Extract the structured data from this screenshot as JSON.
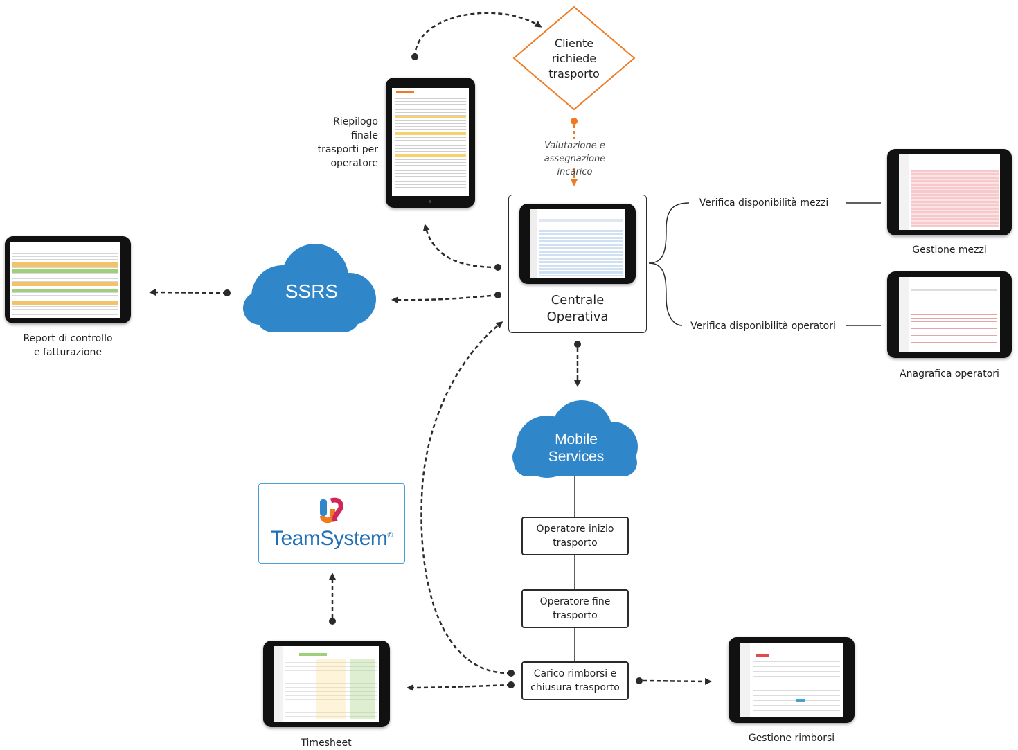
{
  "cliente": {
    "line1": "Cliente",
    "line2": "richiede",
    "line3": "trasporto"
  },
  "valutazione": {
    "line1": "Valutazione e",
    "line2": "assegnazione incarico"
  },
  "riepilogo": {
    "line1": "Riepilogo",
    "line2": "finale",
    "line3": "trasporti per",
    "line4": "operatore"
  },
  "centrale": {
    "line1": "Centrale",
    "line2": "Operativa"
  },
  "verifica_mezzi": "Verifica disponibilità mezzi",
  "verifica_operatori": "Verifica disponibilità operatori",
  "gestione_mezzi": "Gestione mezzi",
  "anagrafica_operatori": "Anagrafica operatori",
  "ssrs": "SSRS",
  "report": {
    "line1": "Report di controllo",
    "line2": "e fatturazione"
  },
  "mobile": {
    "line1": "Mobile",
    "line2": "Services"
  },
  "operatore_inizio": {
    "line1": "Operatore inizio",
    "line2": "trasporto"
  },
  "operatore_fine": {
    "line1": "Operatore fine",
    "line2": "trasporto"
  },
  "carico": {
    "line1": "Carico rimborsi e",
    "line2": "chiusura trasporto"
  },
  "teamsystem": "TeamSystem",
  "teamsystem_mark": "®",
  "timesheet": "Timesheet",
  "gestione_rimborsi": "Gestione rimborsi",
  "colors": {
    "cloud": "#2f86c9",
    "accent": "#f07a22",
    "line": "#2b2b2b",
    "teamsystem": "#1f6fb5"
  }
}
